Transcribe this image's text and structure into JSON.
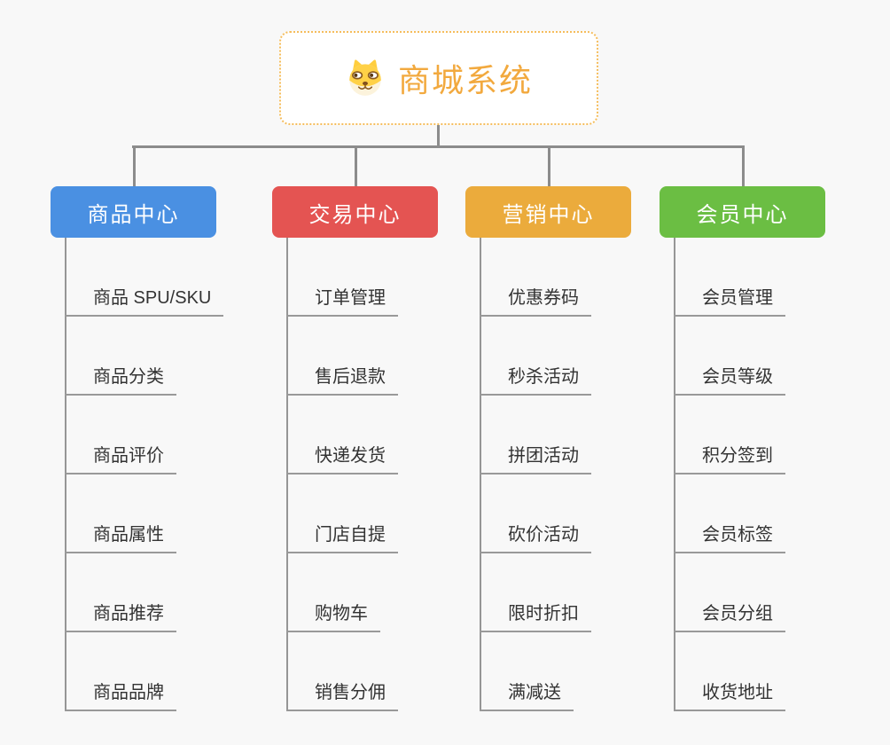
{
  "root": {
    "title": "商城系统",
    "icon": "dog-face-icon"
  },
  "colors": {
    "background": "#F8F8F8",
    "root_border": "#F5BD5C",
    "root_text": "#F2A93E",
    "connector": "#8C8C8C",
    "leaf_underline": "#999999",
    "leaf_text": "#333333"
  },
  "branches": [
    {
      "label": "商品中心",
      "color": "#4A90E2",
      "items": [
        "商品 SPU/SKU",
        "商品分类",
        "商品评价",
        "商品属性",
        "商品推荐",
        "商品品牌"
      ]
    },
    {
      "label": "交易中心",
      "color": "#E45452",
      "items": [
        "订单管理",
        "售后退款",
        "快递发货",
        "门店自提",
        "购物车",
        "销售分佣"
      ]
    },
    {
      "label": "营销中心",
      "color": "#EBAB3C",
      "items": [
        "优惠券码",
        "秒杀活动",
        "拼团活动",
        "砍价活动",
        "限时折扣",
        "满减送"
      ]
    },
    {
      "label": "会员中心",
      "color": "#6BBE43",
      "items": [
        "会员管理",
        "会员等级",
        "积分签到",
        "会员标签",
        "会员分组",
        "收货地址"
      ]
    }
  ]
}
